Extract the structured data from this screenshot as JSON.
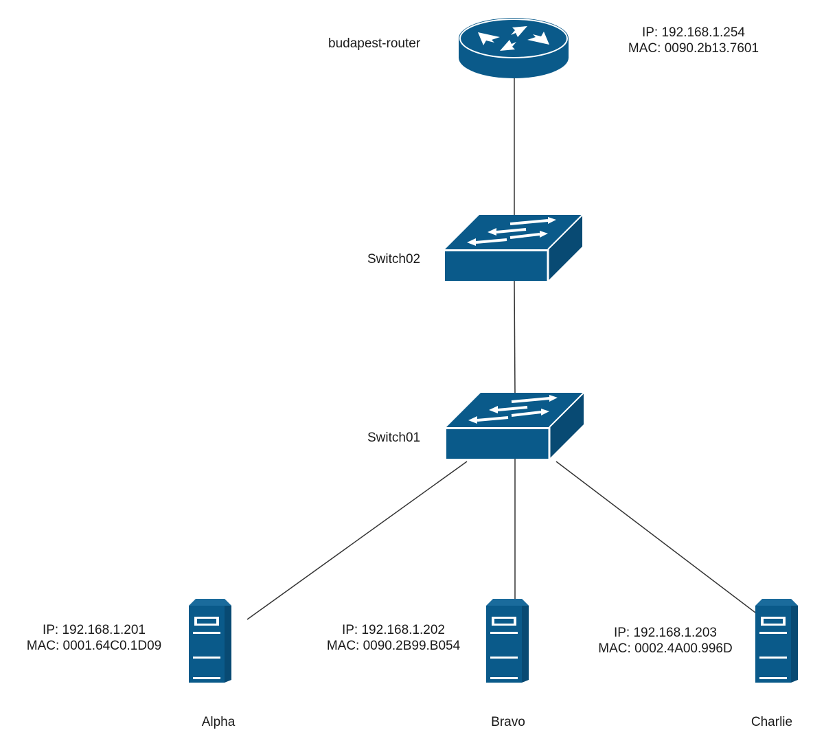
{
  "diagram": {
    "colors": {
      "device_fill": "#0a5a8a",
      "device_dark": "#084a73",
      "link": "#333333",
      "text": "#1a1a1a"
    },
    "router": {
      "name": "budapest-router",
      "ip": "IP: 192.168.1.254",
      "mac": "MAC: 0090.2b13.7601",
      "icon": "router-icon"
    },
    "switch02": {
      "name": "Switch02",
      "icon": "switch-icon"
    },
    "switch01": {
      "name": "Switch01",
      "icon": "switch-icon"
    },
    "hosts": [
      {
        "name": "Alpha",
        "ip": "IP: 192.168.1.201",
        "mac": "MAC: 0001.64C0.1D09",
        "icon": "server-icon"
      },
      {
        "name": "Bravo",
        "ip": "IP: 192.168.1.202",
        "mac": "MAC: 0090.2B99.B054",
        "icon": "server-icon"
      },
      {
        "name": "Charlie",
        "ip": "IP: 192.168.1.203",
        "mac": "MAC: 0002.4A00.996D",
        "icon": "server-icon"
      }
    ],
    "links": [
      {
        "from": "budapest-router",
        "to": "Switch02"
      },
      {
        "from": "Switch02",
        "to": "Switch01"
      },
      {
        "from": "Switch01",
        "to": "Alpha"
      },
      {
        "from": "Switch01",
        "to": "Bravo"
      },
      {
        "from": "Switch01",
        "to": "Charlie"
      }
    ]
  }
}
